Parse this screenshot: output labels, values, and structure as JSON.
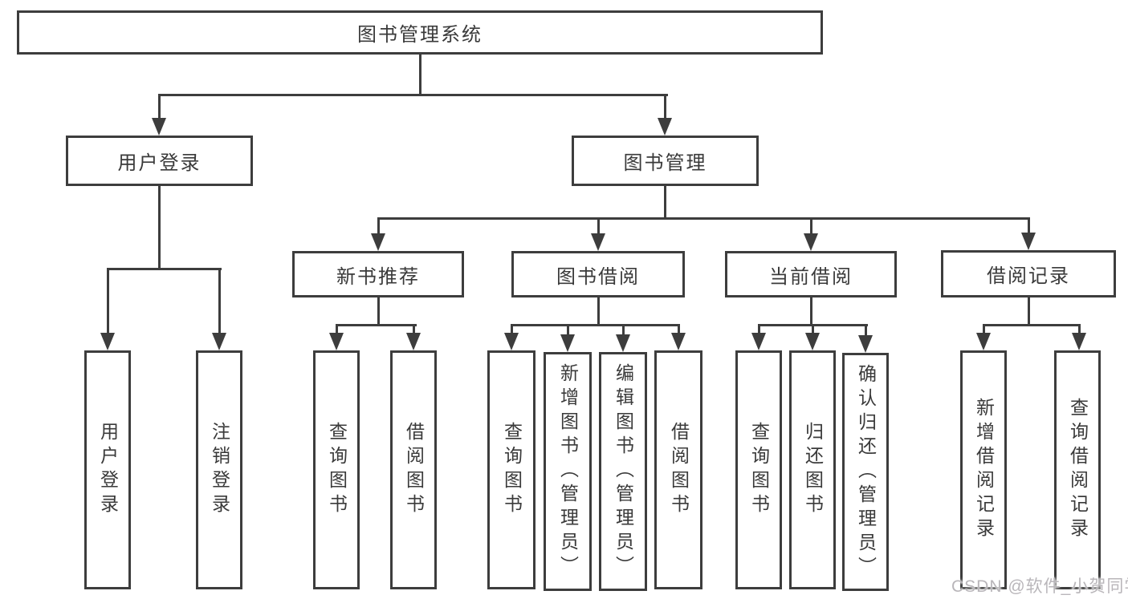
{
  "colors": {
    "line": "#3d3d3d",
    "text": "#3a3a3a",
    "background": "#ffffff",
    "watermark_text_color": "#b9b6ba"
  },
  "watermark": "CSDN @软件_小贺同学",
  "tree": {
    "root": {
      "label": "图书管理系统",
      "children": [
        {
          "label": "用户登录",
          "children": [
            {
              "label": "用户登录"
            },
            {
              "label": "注销登录"
            }
          ]
        },
        {
          "label": "图书管理",
          "children": [
            {
              "label": "新书推荐",
              "children": [
                {
                  "label": "查询图书"
                },
                {
                  "label": "借阅图书"
                }
              ]
            },
            {
              "label": "图书借阅",
              "children": [
                {
                  "label": "查询图书"
                },
                {
                  "label": "新增图书（管理员）"
                },
                {
                  "label": "编辑图书（管理员）"
                },
                {
                  "label": "借阅图书"
                }
              ]
            },
            {
              "label": "当前借阅",
              "children": [
                {
                  "label": "查询图书"
                },
                {
                  "label": "归还图书"
                },
                {
                  "label": "确认归还（管理员）"
                }
              ]
            },
            {
              "label": "借阅记录",
              "children": [
                {
                  "label": "新增借阅记录"
                },
                {
                  "label": "查询借阅记录"
                }
              ]
            }
          ]
        }
      ]
    }
  }
}
